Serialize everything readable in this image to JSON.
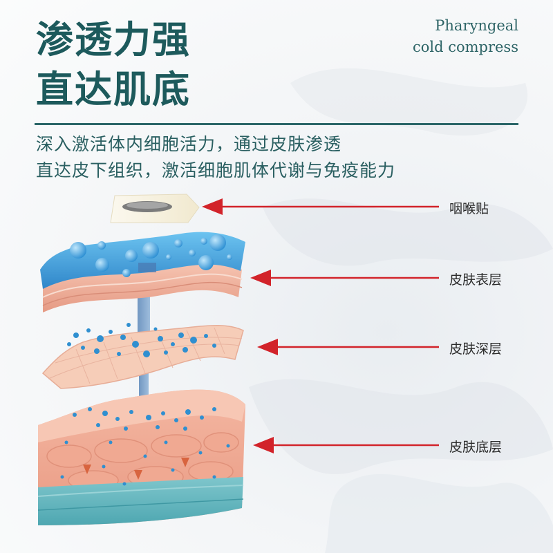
{
  "headline": {
    "line1": "渗透力强",
    "line2": "直达肌底"
  },
  "english_title": {
    "line1": "Pharyngeal",
    "line2": "cold compress"
  },
  "description": {
    "line1": "深入激活体内细胞活力，通过皮肤渗透",
    "line2": "直达皮下组织，激活细胞肌体代谢与免疫能力"
  },
  "labels": {
    "patch": "咽喉贴",
    "epidermis": "皮肤表层",
    "dermis": "皮肤深层",
    "base": "皮肤底层"
  },
  "colors": {
    "title": "#1d5a5c",
    "arrow": "#d2232a",
    "water": "#3a9fd9",
    "skin": "#f2b49f"
  }
}
